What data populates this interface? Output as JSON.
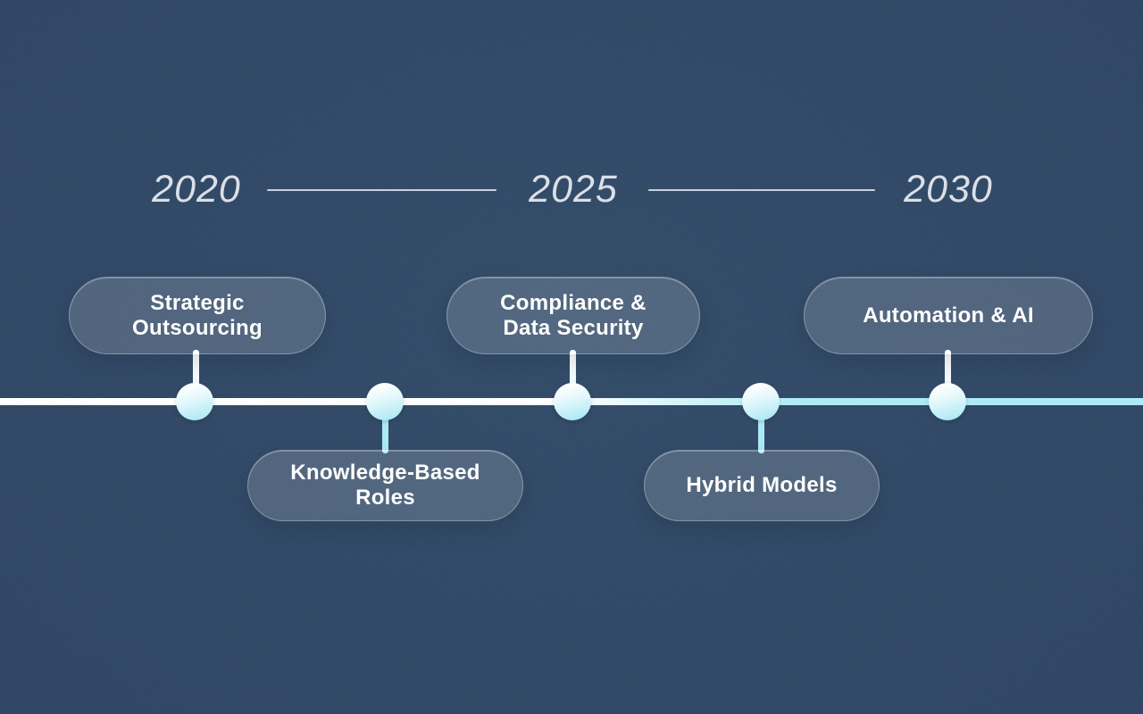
{
  "background_color": "#2b4261",
  "accent_colors": {
    "axis_start": "#ffffff",
    "axis_end": "#aceaf5",
    "node_fill": "#aee9f5",
    "pill_text": "#ffffff",
    "year_text": "#d9dee7"
  },
  "years": [
    {
      "label": "2020"
    },
    {
      "label": "2025"
    },
    {
      "label": "2030"
    }
  ],
  "events": [
    {
      "label": "Strategic\nOutsourcing",
      "side": "above",
      "aligned_year": "2020"
    },
    {
      "label": "Knowledge-Based\nRoles",
      "side": "below",
      "aligned_year": ""
    },
    {
      "label": "Compliance &\nData Security",
      "side": "above",
      "aligned_year": "2025"
    },
    {
      "label": "Hybrid Models",
      "side": "below",
      "aligned_year": ""
    },
    {
      "label": "Automation & AI",
      "side": "above",
      "aligned_year": "2030"
    }
  ]
}
